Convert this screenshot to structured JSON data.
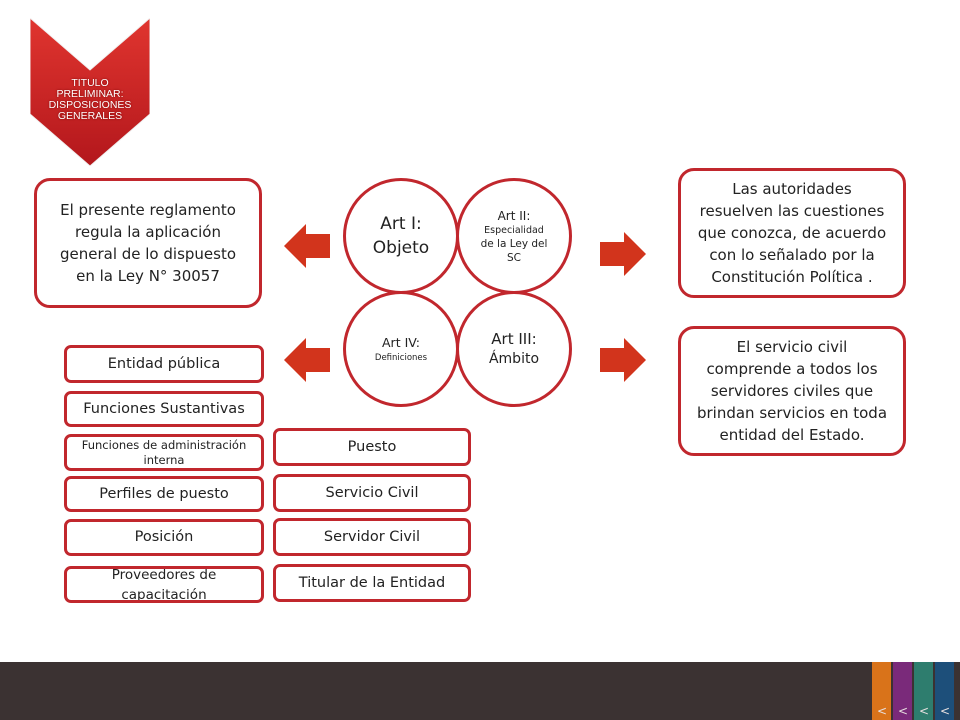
{
  "title_chevron": {
    "text": "TITULO PRELIMINAR: DISPOSICIONES GENERALES"
  },
  "articles": [
    {
      "label": "Art I:",
      "sub": "Objeto"
    },
    {
      "label": "Art II:",
      "sub_small": "Especialidad",
      "sub": "de la Ley del SC"
    },
    {
      "label": "Art III:",
      "sub": "Ámbito"
    },
    {
      "label": "Art IV:",
      "sub": "Definiciones"
    }
  ],
  "descriptions": {
    "objeto": "El presente reglamento regula la aplicación general de lo dispuesto en la Ley N° 30057",
    "especialidad": "Las autoridades resuelven las cuestiones que conozca, de acuerdo con lo señalado por la Constitución Política .",
    "ambito": "El servicio civil comprende a todos los servidores civiles que brindan servicios en toda entidad del Estado."
  },
  "definitions_left": [
    "Entidad pública",
    "Funciones Sustantivas",
    "Funciones de administración interna",
    "Perfiles de puesto",
    "Posición",
    "Proveedores de capacitación"
  ],
  "definitions_right": [
    "Puesto",
    "Servicio Civil",
    "Servidor Civil",
    "Titular de la Entidad"
  ],
  "colors": {
    "accent": "#c1272d",
    "arrow": "#d2341c",
    "footer": "#3b3232",
    "stripes": [
      "#d9731a",
      "#7a2a7a",
      "#2e7d6e",
      "#1d4f7a"
    ]
  },
  "footer_nav": [
    "<",
    "<",
    "<",
    "<"
  ]
}
